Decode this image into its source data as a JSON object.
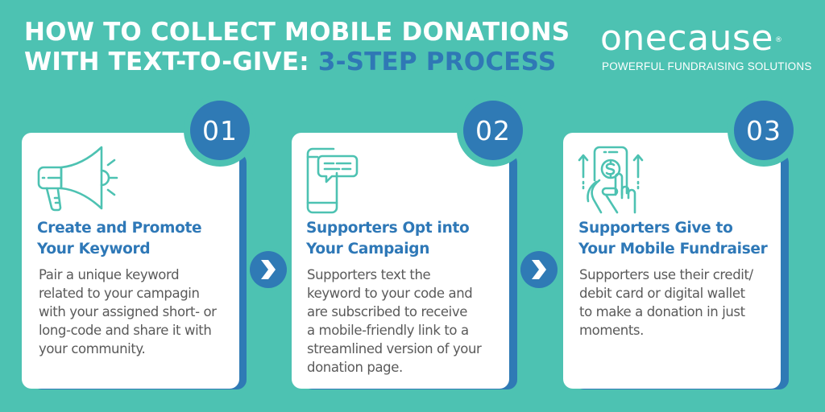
{
  "header": {
    "title_line1": "HOW TO COLLECT MOBILE DONATIONS",
    "title_line2_prefix": "WITH TEXT-TO-GIVE: ",
    "title_line2_accent": "3-STEP PROCESS"
  },
  "brand": {
    "logo": "onecause",
    "registered_mark": "®",
    "tagline": "POWERFUL FUNDRAISING SOLUTIONS"
  },
  "colors": {
    "background": "#4dc2b2",
    "primary_blue": "#2f7ab5",
    "heading_blue": "#2e78b7",
    "body_gray": "#5a5a5a",
    "icon_teal": "#4dc2b2",
    "card": "#ffffff"
  },
  "steps": [
    {
      "number": "01",
      "icon": "megaphone-icon",
      "heading_line1": "Create and Promote",
      "heading_line2": "Your Keyword",
      "body_lines": [
        "Pair a unique keyword",
        "related to your campagin",
        "with your assigned short- or",
        "long-code and share it with",
        "your community."
      ]
    },
    {
      "number": "02",
      "icon": "phone-chat-icon",
      "heading_line1": "Supporters Opt into",
      "heading_line2": "Your Campaign",
      "body_lines": [
        "Supporters text the",
        "keyword to your code and",
        "are subscribed to receive",
        "a mobile-friendly link to a",
        "streamlined version of your",
        "donation page."
      ]
    },
    {
      "number": "03",
      "icon": "phone-donation-icon",
      "heading_line1": "Supporters Give to",
      "heading_line2": "Your Mobile Fundraiser",
      "body_lines": [
        "Supporters use their credit/",
        "debit card or digital wallet",
        "to make a donation in just",
        "moments."
      ]
    }
  ],
  "connectors": [
    {
      "icon": "chevron-right-icon"
    },
    {
      "icon": "chevron-right-icon"
    }
  ]
}
